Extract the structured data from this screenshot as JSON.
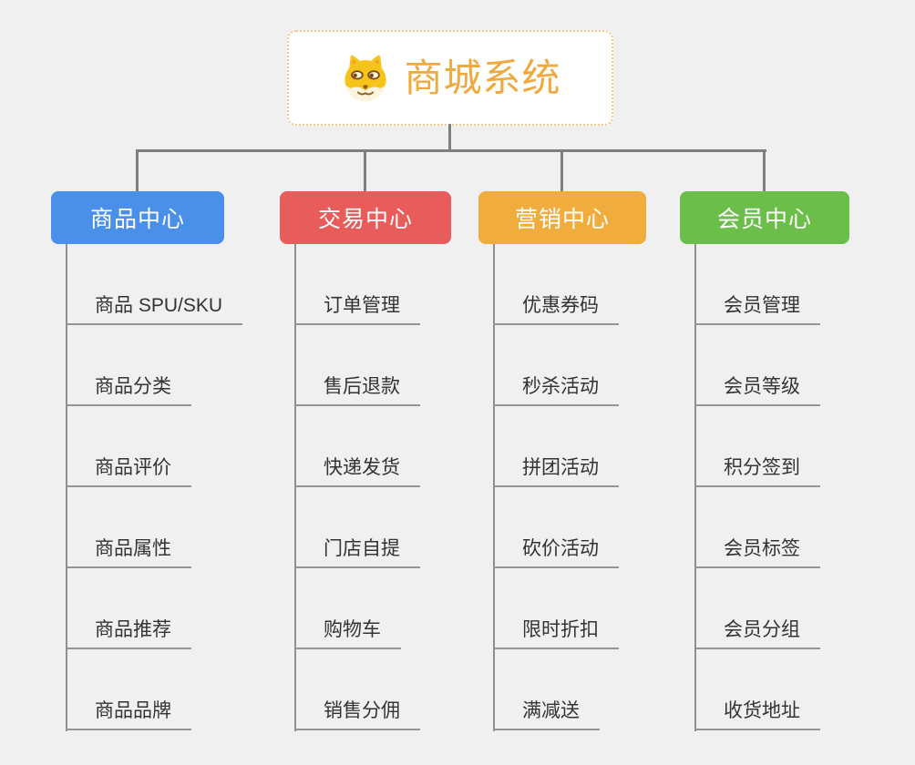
{
  "page": {
    "background": "#f0f0f0",
    "connector_color": "#7f7f7f"
  },
  "root": {
    "label": "商城系统",
    "icon": "shiba-dog-icon",
    "text_color": "#efa93f",
    "border_color": "#f6c888"
  },
  "branches": [
    {
      "label": "商品中心",
      "color": "#4a8fe8",
      "children": [
        "商品 SPU/SKU",
        "商品分类",
        "商品评价",
        "商品属性",
        "商品推荐",
        "商品品牌"
      ]
    },
    {
      "label": "交易中心",
      "color": "#e85c5c",
      "children": [
        "订单管理",
        "售后退款",
        "快递发货",
        "门店自提",
        "购物车",
        "销售分佣"
      ]
    },
    {
      "label": "营销中心",
      "color": "#f0ad3d",
      "children": [
        "优惠券码",
        "秒杀活动",
        "拼团活动",
        "砍价活动",
        "限时折扣",
        "满减送"
      ]
    },
    {
      "label": "会员中心",
      "color": "#6cbe4a",
      "children": [
        "会员管理",
        "会员等级",
        "积分签到",
        "会员标签",
        "会员分组",
        "收货地址"
      ]
    }
  ]
}
